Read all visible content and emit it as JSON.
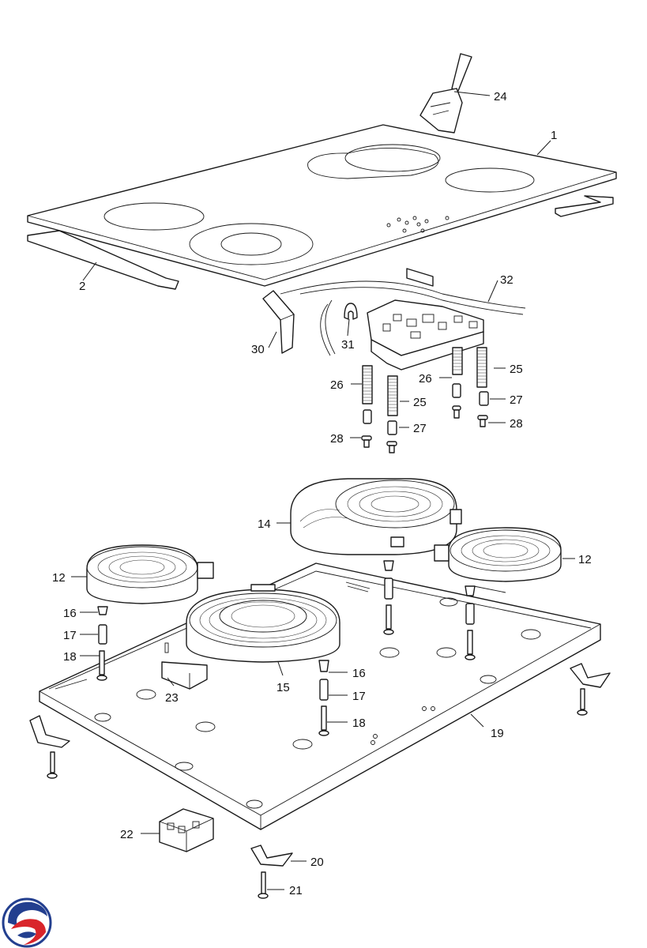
{
  "callouts": [
    {
      "id": "c1",
      "label": "1"
    },
    {
      "id": "c2",
      "label": "2"
    },
    {
      "id": "c24",
      "label": "24"
    },
    {
      "id": "c32",
      "label": "32"
    },
    {
      "id": "c30",
      "label": "30"
    },
    {
      "id": "c31",
      "label": "31"
    },
    {
      "id": "c26a",
      "label": "26"
    },
    {
      "id": "c26b",
      "label": "26"
    },
    {
      "id": "c25a",
      "label": "25"
    },
    {
      "id": "c25b",
      "label": "25"
    },
    {
      "id": "c27a",
      "label": "27"
    },
    {
      "id": "c27b",
      "label": "27"
    },
    {
      "id": "c28a",
      "label": "28"
    },
    {
      "id": "c28b",
      "label": "28"
    },
    {
      "id": "c14",
      "label": "14"
    },
    {
      "id": "c12a",
      "label": "12"
    },
    {
      "id": "c12b",
      "label": "12"
    },
    {
      "id": "c16a",
      "label": "16"
    },
    {
      "id": "c16b",
      "label": "16"
    },
    {
      "id": "c17a",
      "label": "17"
    },
    {
      "id": "c17b",
      "label": "17"
    },
    {
      "id": "c18a",
      "label": "18"
    },
    {
      "id": "c18b",
      "label": "18"
    },
    {
      "id": "c15",
      "label": "15"
    },
    {
      "id": "c23",
      "label": "23"
    },
    {
      "id": "c19",
      "label": "19"
    },
    {
      "id": "c22",
      "label": "22"
    },
    {
      "id": "c20",
      "label": "20"
    },
    {
      "id": "c21",
      "label": "21"
    }
  ],
  "colors": {
    "logo_red": "#d9252b",
    "logo_blue": "#233f8f"
  },
  "logo": {
    "icon": "brand-swirl-icon"
  }
}
